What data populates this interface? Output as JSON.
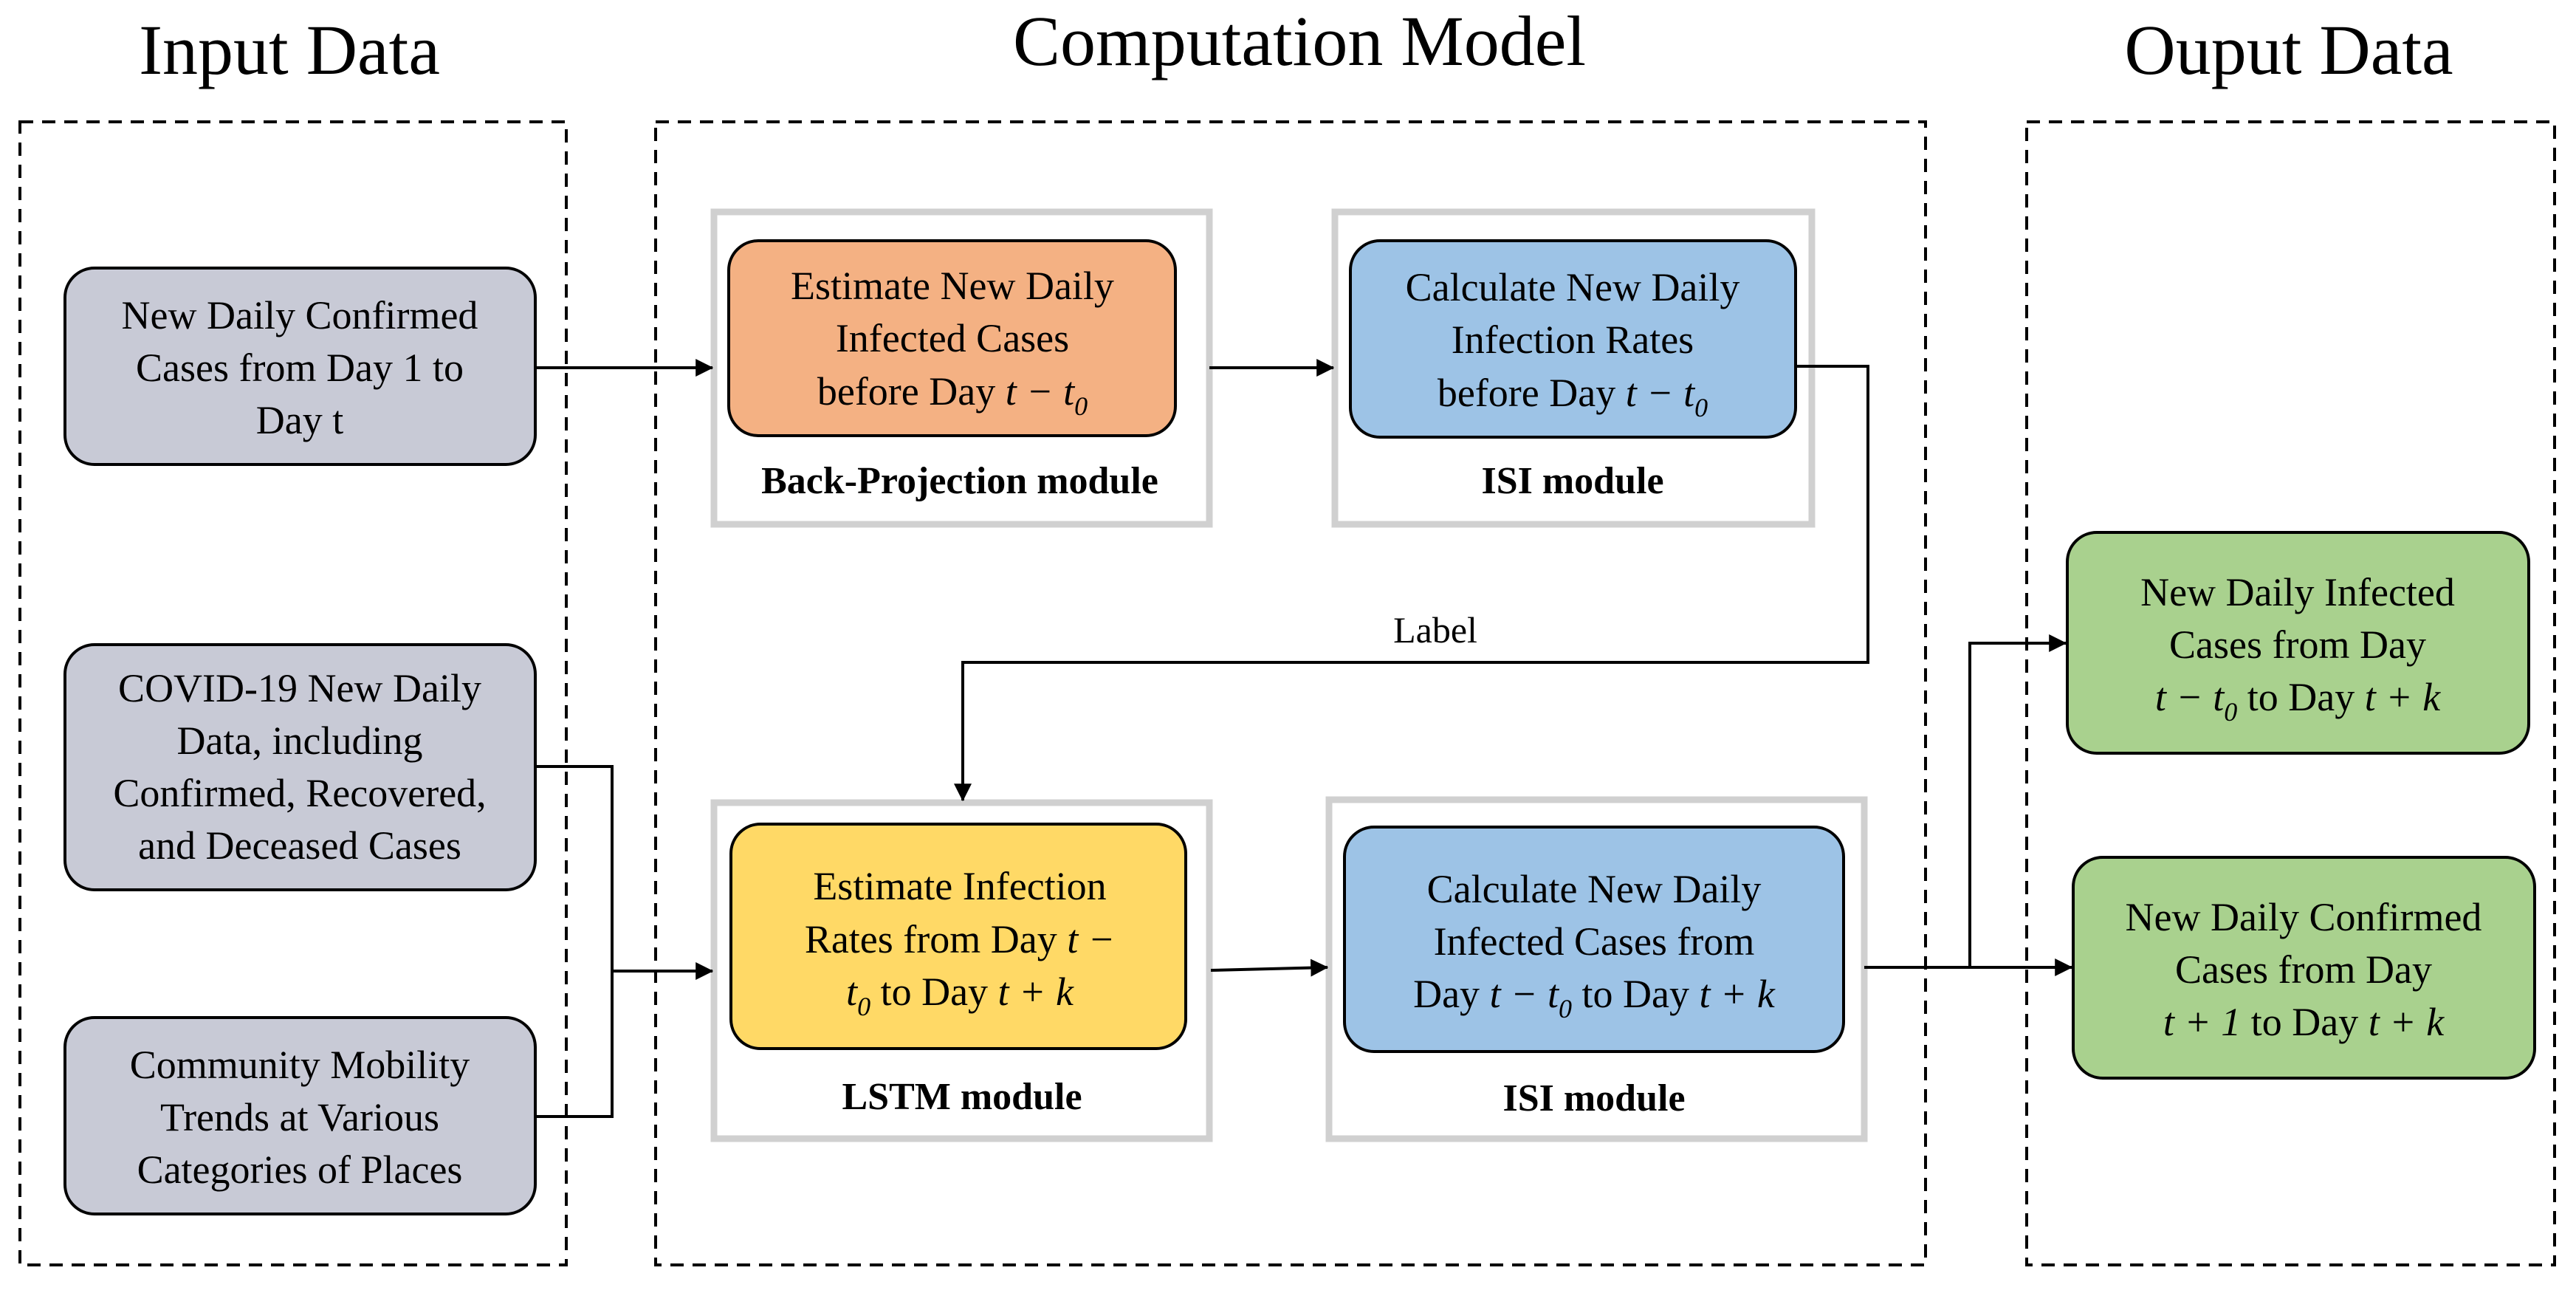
{
  "titles": {
    "input": "Input Data",
    "model": "Computation Model",
    "output": "Ouput Data"
  },
  "inputs": [
    {
      "lines": [
        "New Daily Confirmed",
        "Cases from Day 1 to",
        "Day t"
      ]
    },
    {
      "lines": [
        "COVID-19 New Daily",
        "Data, including",
        "Confirmed, Recovered,",
        "and Deceased Cases"
      ]
    },
    {
      "lines": [
        "Community Mobility",
        "Trends at Various",
        "Categories of Places"
      ]
    }
  ],
  "modules": {
    "back_projection": {
      "label": "Back-Projection module",
      "line1": "Estimate New Daily",
      "line2": "Infected Cases",
      "line3_text": "before Day ",
      "line3_math": "t − t",
      "line3_sub": "0"
    },
    "isi_top": {
      "label": "ISI module",
      "line1": "Calculate New Daily",
      "line2": "Infection Rates",
      "line3_text": "before Day ",
      "line3_math": "t − t",
      "line3_sub": "0"
    },
    "lstm": {
      "label": "LSTM module",
      "line1": "Estimate Infection",
      "line2_text": "Rates from Day ",
      "line2_math": "t −",
      "line3_math1": "t",
      "line3_sub": "0",
      "line3_text": " to Day ",
      "line3_math2": "t + k"
    },
    "isi_bottom": {
      "label": "ISI module",
      "line1": "Calculate New Daily",
      "line2": "Infected Cases from",
      "line3_text1": "Day ",
      "line3_math1": "t − t",
      "line3_sub": "0",
      "line3_text2": " to Day ",
      "line3_math2": "t + k"
    }
  },
  "edge_label": "Label",
  "outputs": [
    {
      "line1": "New Daily Infected",
      "line2": "Cases from Day",
      "line3_math1": "t − t",
      "line3_sub": "0",
      "line3_text": " to Day ",
      "line3_math2": "t + k"
    },
    {
      "line1": "New Daily Confirmed",
      "line2": "Cases from Day",
      "line3_math1": "t + 1",
      "line3_text": " to Day ",
      "line3_math2": "t + k"
    }
  ],
  "colors": {
    "input_fill": "#c8cad6",
    "back_projection_fill": "#f4b183",
    "isi_fill": "#9dc3e6",
    "lstm_fill": "#ffd966",
    "output_fill": "#a9d18e",
    "module_frame": "#d0d0d0",
    "stroke": "#000000"
  }
}
